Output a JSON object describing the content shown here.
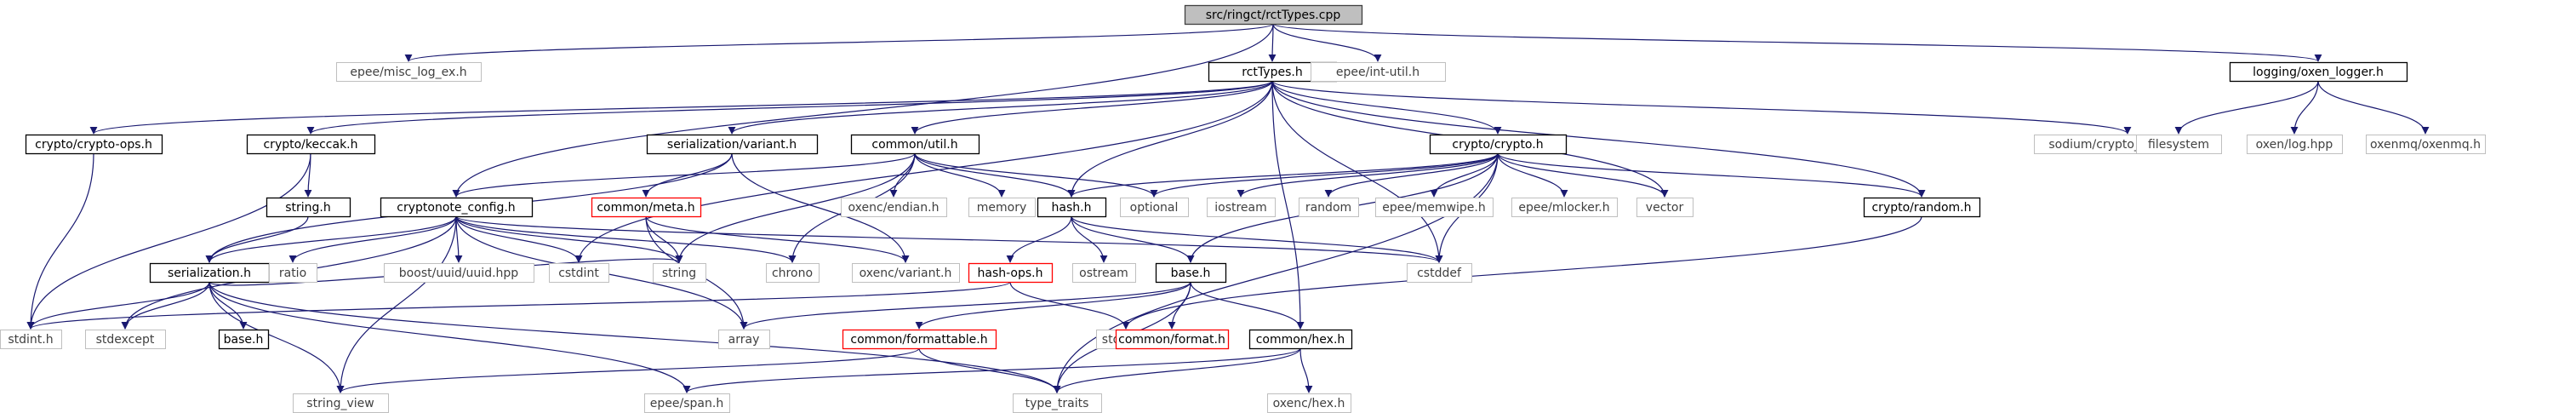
{
  "graph": {
    "colors": {
      "edge": "#191970",
      "root_fill": "#bfbfbf",
      "node_border": "#000000",
      "external_border": "#bfbfbf",
      "external_text": "#404040",
      "truncated_border": "#ff0000",
      "text": "#000000"
    },
    "nodes": [
      {
        "id": "root",
        "label": "src/ringct/rctTypes.cpp",
        "kind": "root"
      },
      {
        "id": "misclog",
        "label": "epee/misc_log_ex.h",
        "kind": "external"
      },
      {
        "id": "rcttypes",
        "label": "rctTypes.h",
        "kind": "documented"
      },
      {
        "id": "intutil",
        "label": "epee/int-util.h",
        "kind": "external"
      },
      {
        "id": "oxenlogger",
        "label": "logging/oxen_logger.h",
        "kind": "documented"
      },
      {
        "id": "cryptoops",
        "label": "crypto/crypto-ops.h",
        "kind": "documented"
      },
      {
        "id": "keccak",
        "label": "crypto/keccak.h",
        "kind": "documented"
      },
      {
        "id": "serialvariant",
        "label": "serialization/variant.h",
        "kind": "documented"
      },
      {
        "id": "commonutil",
        "label": "common/util.h",
        "kind": "documented"
      },
      {
        "id": "cryptoh",
        "label": "crypto/crypto.h",
        "kind": "documented"
      },
      {
        "id": "sodium",
        "label": "sodium/crypto_verify_32.h",
        "kind": "external"
      },
      {
        "id": "filesystem",
        "label": "filesystem",
        "kind": "external"
      },
      {
        "id": "oxenlog",
        "label": "oxen/log.hpp",
        "kind": "external"
      },
      {
        "id": "oxenmq",
        "label": "oxenmq/oxenmq.h",
        "kind": "external"
      },
      {
        "id": "stringh",
        "label": "string.h",
        "kind": "documented"
      },
      {
        "id": "cnconfig",
        "label": "cryptonote_config.h",
        "kind": "documented"
      },
      {
        "id": "commonmeta",
        "label": "common/meta.h",
        "kind": "truncated"
      },
      {
        "id": "oxencendian",
        "label": "oxenc/endian.h",
        "kind": "external"
      },
      {
        "id": "memory",
        "label": "memory",
        "kind": "external"
      },
      {
        "id": "hashh",
        "label": "hash.h",
        "kind": "documented"
      },
      {
        "id": "optional",
        "label": "optional",
        "kind": "external"
      },
      {
        "id": "iostream",
        "label": "iostream",
        "kind": "external"
      },
      {
        "id": "random",
        "label": "random",
        "kind": "external"
      },
      {
        "id": "memwipe",
        "label": "epee/memwipe.h",
        "kind": "external"
      },
      {
        "id": "mlocker",
        "label": "epee/mlocker.h",
        "kind": "external"
      },
      {
        "id": "vector",
        "label": "vector",
        "kind": "external"
      },
      {
        "id": "cryptorandom",
        "label": "crypto/random.h",
        "kind": "documented"
      },
      {
        "id": "serialization",
        "label": "serialization.h",
        "kind": "documented"
      },
      {
        "id": "ratio",
        "label": "ratio",
        "kind": "external"
      },
      {
        "id": "uuid",
        "label": "boost/uuid/uuid.hpp",
        "kind": "external"
      },
      {
        "id": "cstdint",
        "label": "cstdint",
        "kind": "external"
      },
      {
        "id": "string",
        "label": "string",
        "kind": "external"
      },
      {
        "id": "chrono",
        "label": "chrono",
        "kind": "external"
      },
      {
        "id": "oxencvariant",
        "label": "oxenc/variant.h",
        "kind": "external"
      },
      {
        "id": "hashops",
        "label": "hash-ops.h",
        "kind": "truncated"
      },
      {
        "id": "ostream",
        "label": "ostream",
        "kind": "external"
      },
      {
        "id": "baseh",
        "label": "base.h",
        "kind": "documented"
      },
      {
        "id": "cstddef",
        "label": "cstddef",
        "kind": "external"
      },
      {
        "id": "stdinth",
        "label": "stdint.h",
        "kind": "external"
      },
      {
        "id": "stdexcept",
        "label": "stdexcept",
        "kind": "external"
      },
      {
        "id": "base2",
        "label": "base.h",
        "kind": "documented"
      },
      {
        "id": "array",
        "label": "array",
        "kind": "external"
      },
      {
        "id": "stddefh",
        "label": "stddef.h",
        "kind": "external"
      },
      {
        "id": "formattable",
        "label": "common/formattable.h",
        "kind": "truncated"
      },
      {
        "id": "format",
        "label": "common/format.h",
        "kind": "truncated"
      },
      {
        "id": "commonhex",
        "label": "common/hex.h",
        "kind": "documented"
      },
      {
        "id": "stringview",
        "label": "string_view",
        "kind": "external"
      },
      {
        "id": "span",
        "label": "epee/span.h",
        "kind": "external"
      },
      {
        "id": "typetraits",
        "label": "type_traits",
        "kind": "external"
      },
      {
        "id": "oxenchex",
        "label": "oxenc/hex.h",
        "kind": "external"
      }
    ],
    "edges": [
      [
        "root",
        "misclog"
      ],
      [
        "root",
        "rcttypes"
      ],
      [
        "root",
        "intutil"
      ],
      [
        "root",
        "oxenlogger"
      ],
      [
        "root",
        "cnconfig"
      ],
      [
        "oxenlogger",
        "filesystem"
      ],
      [
        "oxenlogger",
        "oxenlog"
      ],
      [
        "oxenlogger",
        "oxenmq"
      ],
      [
        "rcttypes",
        "cryptoops"
      ],
      [
        "rcttypes",
        "keccak"
      ],
      [
        "rcttypes",
        "serialvariant"
      ],
      [
        "rcttypes",
        "commonutil"
      ],
      [
        "rcttypes",
        "cryptoh"
      ],
      [
        "rcttypes",
        "sodium"
      ],
      [
        "rcttypes",
        "cstdint"
      ],
      [
        "rcttypes",
        "vector"
      ],
      [
        "rcttypes",
        "cryptorandom"
      ],
      [
        "rcttypes",
        "commonhex"
      ],
      [
        "rcttypes",
        "cstddef"
      ],
      [
        "rcttypes",
        "hashh"
      ],
      [
        "cryptoops",
        "stdinth"
      ],
      [
        "keccak",
        "stringh"
      ],
      [
        "keccak",
        "stdinth"
      ],
      [
        "stringh",
        "serialization"
      ],
      [
        "serialvariant",
        "commonmeta"
      ],
      [
        "serialvariant",
        "oxencvariant"
      ],
      [
        "serialvariant",
        "serialization"
      ],
      [
        "commonutil",
        "cnconfig"
      ],
      [
        "commonutil",
        "oxencendian"
      ],
      [
        "commonutil",
        "memory"
      ],
      [
        "commonutil",
        "hashh"
      ],
      [
        "commonutil",
        "optional"
      ],
      [
        "commonutil",
        "string"
      ],
      [
        "commonutil",
        "chrono"
      ],
      [
        "cryptoh",
        "optional"
      ],
      [
        "cryptoh",
        "iostream"
      ],
      [
        "cryptoh",
        "random"
      ],
      [
        "cryptoh",
        "memwipe"
      ],
      [
        "cryptoh",
        "mlocker"
      ],
      [
        "cryptoh",
        "vector"
      ],
      [
        "cryptoh",
        "cryptorandom"
      ],
      [
        "cryptoh",
        "hashh"
      ],
      [
        "cryptoh",
        "baseh"
      ],
      [
        "cryptoh",
        "cstddef"
      ],
      [
        "cryptoh",
        "typetraits"
      ],
      [
        "cryptorandom",
        "stddefh"
      ],
      [
        "commonmeta",
        "string"
      ],
      [
        "commonmeta",
        "array"
      ],
      [
        "commonmeta",
        "oxencvariant"
      ],
      [
        "cnconfig",
        "serialization"
      ],
      [
        "cnconfig",
        "ratio"
      ],
      [
        "cnconfig",
        "uuid"
      ],
      [
        "cnconfig",
        "cstdint"
      ],
      [
        "cnconfig",
        "string"
      ],
      [
        "cnconfig",
        "chrono"
      ],
      [
        "cnconfig",
        "array"
      ],
      [
        "cnconfig",
        "stringview"
      ],
      [
        "cnconfig",
        "stdexcept"
      ],
      [
        "cnconfig",
        "cstddef"
      ],
      [
        "serialization",
        "stdinth"
      ],
      [
        "serialization",
        "stdexcept"
      ],
      [
        "serialization",
        "base2"
      ],
      [
        "serialization",
        "stringview"
      ],
      [
        "serialization",
        "span"
      ],
      [
        "serialization",
        "typetraits"
      ],
      [
        "serialization",
        "string"
      ],
      [
        "hashh",
        "hashops"
      ],
      [
        "hashh",
        "ostream"
      ],
      [
        "hashh",
        "baseh"
      ],
      [
        "hashh",
        "cstddef"
      ],
      [
        "hashops",
        "stddefh"
      ],
      [
        "hashops",
        "stdinth"
      ],
      [
        "baseh",
        "array"
      ],
      [
        "baseh",
        "formattable"
      ],
      [
        "baseh",
        "format"
      ],
      [
        "baseh",
        "commonhex"
      ],
      [
        "baseh",
        "typetraits"
      ],
      [
        "formattable",
        "typetraits"
      ],
      [
        "formattable",
        "stringview"
      ],
      [
        "commonhex",
        "span"
      ],
      [
        "commonhex",
        "typetraits"
      ],
      [
        "commonhex",
        "oxenchex"
      ]
    ]
  }
}
